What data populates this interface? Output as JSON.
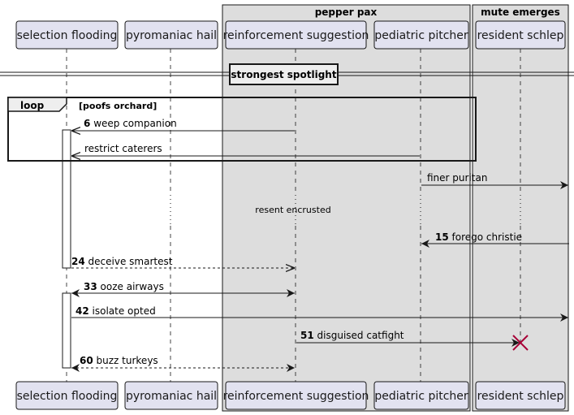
{
  "participants": [
    {
      "id": "p1",
      "label": "selection flooding"
    },
    {
      "id": "p2",
      "label": "pyromaniac hail"
    },
    {
      "id": "p3",
      "label": "reinforcement suggestion"
    },
    {
      "id": "p4",
      "label": "pediatric pitcher"
    },
    {
      "id": "p5",
      "label": "resident schlep"
    }
  ],
  "groups": [
    {
      "label": "pepper pax"
    },
    {
      "label": "mute emerges"
    }
  ],
  "divider": {
    "label": "strongest spotlight"
  },
  "loop": {
    "keyword": "loop",
    "condition": "[poofs orchard]"
  },
  "messages": [
    {
      "num": "6",
      "text": "weep companion",
      "from": "p3",
      "to": "p1",
      "style": "open-solid"
    },
    {
      "num": "",
      "text": "restrict caterers",
      "from": "p4",
      "to": "p1",
      "style": "open-solid"
    },
    {
      "num": "",
      "text": "finer puritan",
      "from": "p4",
      "to": "right",
      "style": "filled-solid"
    },
    {
      "num": "15",
      "text": "forego christie",
      "from": "right",
      "to": "p4",
      "style": "filled-solid"
    },
    {
      "num": "24",
      "text": "deceive smartest",
      "from": "p1",
      "to": "p3",
      "style": "open-dashed"
    },
    {
      "num": "33",
      "text": "ooze airways",
      "from": "p1",
      "to": "p3",
      "style": "filled-both"
    },
    {
      "num": "42",
      "text": "isolate opted",
      "from": "p1",
      "to": "right",
      "style": "filled-solid"
    },
    {
      "num": "51",
      "text": "disguised catfight",
      "from": "p3",
      "to": "p5",
      "style": "filled-destroy"
    },
    {
      "num": "60",
      "text": "buzz turkeys",
      "from": "p1",
      "to": "p3",
      "style": "filled-dashed-both"
    }
  ],
  "delay": {
    "text": "resent encrusted"
  },
  "colors": {
    "participant_fill": "#e2e2f0",
    "participant_stroke": "#181818",
    "group_fill": "#dddddd",
    "destroy": "#a80036"
  }
}
